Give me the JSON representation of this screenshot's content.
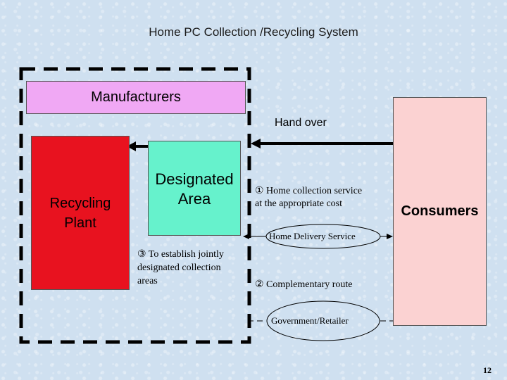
{
  "title": "Home PC Collection /Recycling System",
  "manufacturers": "Manufacturers",
  "recycling_plant": {
    "line1": "Recycling",
    "line2": "Plant"
  },
  "designated_area": {
    "line1": "Designated",
    "line2": "Area"
  },
  "consumers": "Consumers",
  "hand_over": "Hand over",
  "home_collection": {
    "line1": "① Home collection service",
    "line2": "at the appropriate cost"
  },
  "establish": {
    "line1": "③ To establish jointly",
    "line2": "designated collection",
    "line3": "areas"
  },
  "home_delivery": "Home Delivery Service",
  "complementary": "② Complementary route",
  "government": "Government/Retailer",
  "page_number": "12",
  "colors": {
    "manufacturers": "#f0a8f4",
    "recycling_plant": "#e8121f",
    "designated_area": "#66f2cc",
    "consumers": "#fbd2d2"
  }
}
